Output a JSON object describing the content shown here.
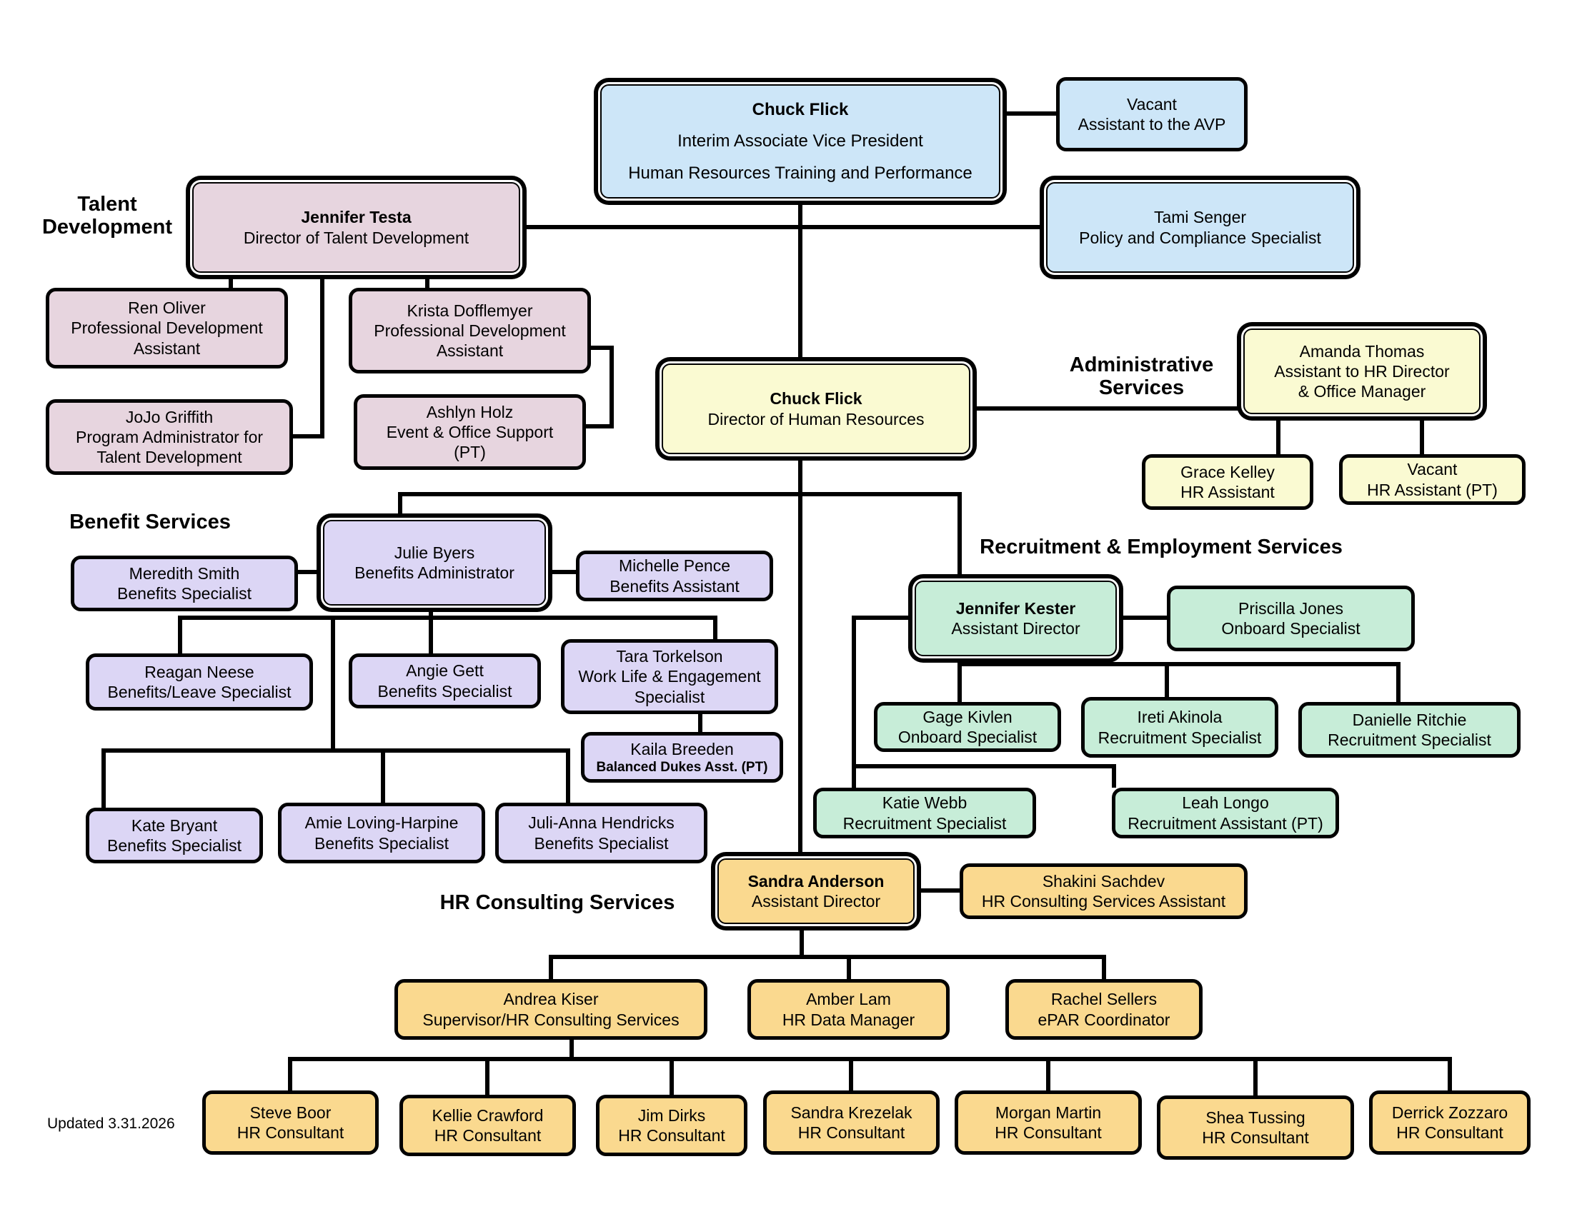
{
  "footer": {
    "updated": "Updated 3.31.2026"
  },
  "palette": {
    "blue": "#CDE6F8",
    "pink": "#E7D5DF",
    "yellow": "#FAFAD2",
    "lavender": "#DCD6F5",
    "green": "#C7EDD8",
    "tan": "#FAD98F",
    "line": "#000000",
    "background": "#FFFFFF"
  },
  "section_labels": [
    {
      "id": "talent-development",
      "lines": [
        "Talent",
        "Development"
      ]
    },
    {
      "id": "administrative-services",
      "lines": [
        "Administrative",
        "Services"
      ]
    },
    {
      "id": "benefit-services",
      "lines": [
        "Benefit Services"
      ]
    },
    {
      "id": "recruitment-employment-services",
      "lines": [
        "Recruitment & Employment Services"
      ]
    },
    {
      "id": "hr-consulting-services",
      "lines": [
        "HR Consulting Services"
      ]
    }
  ],
  "nodes": [
    {
      "id": "avp",
      "color": "blue",
      "frame": "double",
      "bold_line1": true,
      "big": true,
      "lines": [
        "Chuck Flick",
        "Interim Associate Vice President",
        "Human Resources Training and Performance"
      ]
    },
    {
      "id": "vacant-avp-assistant",
      "color": "blue",
      "frame": "single",
      "lines": [
        "Vacant",
        "Assistant to the AVP"
      ]
    },
    {
      "id": "jennifer-testa",
      "color": "pink",
      "frame": "double",
      "bold_line1": true,
      "lines": [
        "Jennifer Testa",
        "Director of Talent Development"
      ]
    },
    {
      "id": "tami-senger",
      "color": "blue",
      "frame": "double",
      "lines": [
        "Tami Senger",
        "Policy and Compliance Specialist"
      ]
    },
    {
      "id": "ren-oliver",
      "color": "pink",
      "frame": "single",
      "lines": [
        "Ren Oliver",
        "Professional Development",
        "Assistant"
      ]
    },
    {
      "id": "krista-dofflemyer",
      "color": "pink",
      "frame": "single",
      "lines": [
        "Krista Dofflemyer",
        "Professional Development",
        "Assistant"
      ]
    },
    {
      "id": "jojo-griffith",
      "color": "pink",
      "frame": "single",
      "lines": [
        "JoJo Griffith",
        "Program Administrator for",
        "Talent Development"
      ]
    },
    {
      "id": "ashlyn-holz",
      "color": "pink",
      "frame": "single",
      "lines": [
        "Ashlyn Holz",
        "Event & Office Support",
        "(PT)"
      ]
    },
    {
      "id": "hr-director",
      "color": "yellow",
      "frame": "double",
      "bold_line1": true,
      "lines": [
        "Chuck Flick",
        "Director of Human Resources"
      ]
    },
    {
      "id": "amanda-thomas",
      "color": "yellow",
      "frame": "double",
      "lines": [
        "Amanda Thomas",
        "Assistant to HR Director",
        "& Office Manager"
      ]
    },
    {
      "id": "grace-kelley",
      "color": "yellow",
      "frame": "single",
      "lines": [
        "Grace Kelley",
        "HR Assistant"
      ]
    },
    {
      "id": "vacant-hr-assistant-pt",
      "color": "yellow",
      "frame": "single",
      "lines": [
        "Vacant",
        "HR Assistant (PT)"
      ]
    },
    {
      "id": "julie-byers",
      "color": "lavender",
      "frame": "double",
      "lines": [
        "Julie Byers",
        "Benefits Administrator"
      ]
    },
    {
      "id": "meredith-smith",
      "color": "lavender",
      "frame": "single",
      "lines": [
        "Meredith Smith",
        "Benefits Specialist"
      ]
    },
    {
      "id": "michelle-pence",
      "color": "lavender",
      "frame": "single",
      "lines": [
        "Michelle Pence",
        "Benefits Assistant"
      ]
    },
    {
      "id": "reagan-neese",
      "color": "lavender",
      "frame": "single",
      "lines": [
        "Reagan Neese",
        "Benefits/Leave Specialist"
      ]
    },
    {
      "id": "angie-gett",
      "color": "lavender",
      "frame": "single",
      "lines": [
        "Angie Gett",
        "Benefits Specialist"
      ]
    },
    {
      "id": "tara-torkelson",
      "color": "lavender",
      "frame": "single",
      "lines": [
        "Tara Torkelson",
        "Work Life & Engagement",
        "Specialist"
      ]
    },
    {
      "id": "kaila-breeden",
      "color": "lavender",
      "frame": "single",
      "line2_small_bold": true,
      "lines": [
        "Kaila Breeden",
        "Balanced Dukes Asst. (PT)"
      ]
    },
    {
      "id": "kate-bryant",
      "color": "lavender",
      "frame": "single",
      "lines": [
        "Kate Bryant",
        "Benefits Specialist"
      ]
    },
    {
      "id": "amie-loving-harpine",
      "color": "lavender",
      "frame": "single",
      "lines": [
        "Amie Loving-Harpine",
        "Benefits Specialist"
      ]
    },
    {
      "id": "juli-anna-hendricks",
      "color": "lavender",
      "frame": "single",
      "lines": [
        "Juli-Anna Hendricks",
        "Benefits Specialist"
      ]
    },
    {
      "id": "jennifer-kester",
      "color": "green",
      "frame": "double",
      "bold_line1": true,
      "lines": [
        "Jennifer Kester",
        "Assistant Director"
      ]
    },
    {
      "id": "priscilla-jones",
      "color": "green",
      "frame": "single",
      "lines": [
        "Priscilla Jones",
        "Onboard Specialist"
      ]
    },
    {
      "id": "gage-kivlen",
      "color": "green",
      "frame": "single",
      "lines": [
        "Gage Kivlen",
        "Onboard Specialist"
      ]
    },
    {
      "id": "ireti-akinola",
      "color": "green",
      "frame": "single",
      "lines": [
        "Ireti Akinola",
        "Recruitment Specialist"
      ]
    },
    {
      "id": "danielle-ritchie",
      "color": "green",
      "frame": "single",
      "lines": [
        "Danielle Ritchie",
        "Recruitment Specialist"
      ]
    },
    {
      "id": "katie-webb",
      "color": "green",
      "frame": "single",
      "lines": [
        "Katie Webb",
        "Recruitment Specialist"
      ]
    },
    {
      "id": "leah-longo",
      "color": "green",
      "frame": "single",
      "lines": [
        "Leah Longo",
        "Recruitment Assistant (PT)"
      ]
    },
    {
      "id": "sandra-anderson",
      "color": "tan",
      "frame": "double",
      "bold_line1": true,
      "lines": [
        "Sandra Anderson",
        "Assistant Director"
      ]
    },
    {
      "id": "shakini-sachdev",
      "color": "tan",
      "frame": "single",
      "lines": [
        "Shakini Sachdev",
        "HR Consulting Services Assistant"
      ]
    },
    {
      "id": "andrea-kiser",
      "color": "tan",
      "frame": "single",
      "lines": [
        "Andrea Kiser",
        "Supervisor/HR Consulting Services"
      ]
    },
    {
      "id": "amber-lam",
      "color": "tan",
      "frame": "single",
      "lines": [
        "Amber Lam",
        "HR Data Manager"
      ]
    },
    {
      "id": "rachel-sellers",
      "color": "tan",
      "frame": "single",
      "lines": [
        "Rachel Sellers",
        "ePAR Coordinator"
      ]
    },
    {
      "id": "steve-boor",
      "color": "tan",
      "frame": "single",
      "lines": [
        "Steve Boor",
        "HR Consultant"
      ]
    },
    {
      "id": "kellie-crawford",
      "color": "tan",
      "frame": "single",
      "lines": [
        "Kellie Crawford",
        "HR Consultant"
      ]
    },
    {
      "id": "jim-dirks",
      "color": "tan",
      "frame": "single",
      "lines": [
        "Jim Dirks",
        "HR Consultant"
      ]
    },
    {
      "id": "sandra-krezelak",
      "color": "tan",
      "frame": "single",
      "lines": [
        "Sandra Krezelak",
        "HR Consultant"
      ]
    },
    {
      "id": "morgan-martin",
      "color": "tan",
      "frame": "single",
      "lines": [
        "Morgan Martin",
        "HR Consultant"
      ]
    },
    {
      "id": "shea-tussing",
      "color": "tan",
      "frame": "single",
      "lines": [
        "Shea Tussing",
        "HR Consultant"
      ]
    },
    {
      "id": "derrick-zozzaro",
      "color": "tan",
      "frame": "single",
      "lines": [
        "Derrick Zozzaro",
        "HR Consultant"
      ]
    }
  ]
}
